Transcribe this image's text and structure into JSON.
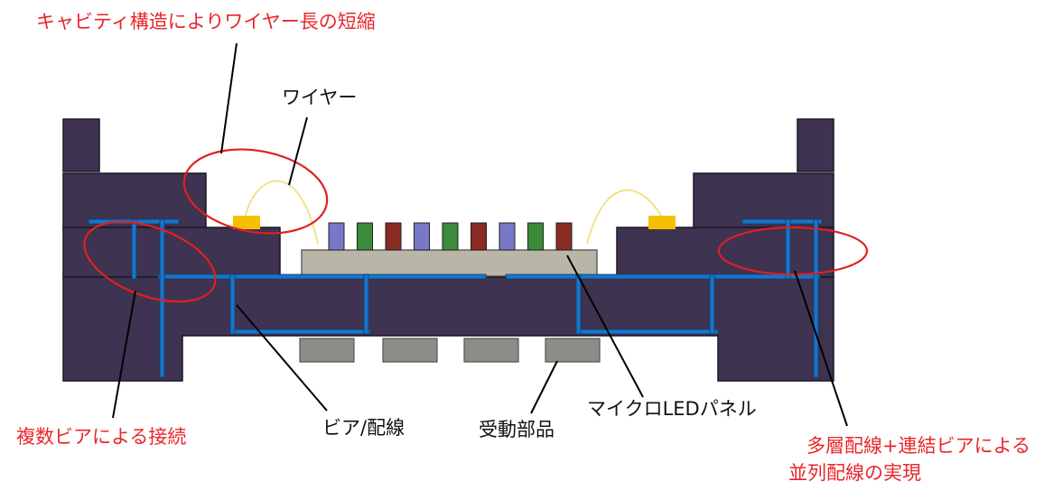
{
  "labels": {
    "cavity_note": "キャビティ構造によりワイヤー長の短縮",
    "wire": "ワイヤー",
    "multi_via": "複数ビアによる接続",
    "via_wiring": "ビア/配線",
    "passive": "受動部品",
    "micro_led": "マイクロLEDパネル",
    "parallel_line1": "多層配線+連結ビアによる",
    "parallel_line2": "並列配線の実現"
  },
  "colors": {
    "substrate": "#3e3350",
    "substrate_stroke": "#1c1626",
    "wiring": "#1a74c8",
    "wiring_stroke": "#0d3f73",
    "panel": "#b9b6a8",
    "passive": "#8e8c86",
    "pad": "#f6c000",
    "wire": "#f2e07a",
    "circle": "#e02020",
    "annotation_red": "#e8262a",
    "led_blue": "#7878c8",
    "led_green": "#3c8a3c",
    "led_red": "#8a2b24"
  },
  "led_sequence": [
    "blue",
    "green",
    "red",
    "blue",
    "green",
    "red",
    "blue",
    "green",
    "red"
  ]
}
